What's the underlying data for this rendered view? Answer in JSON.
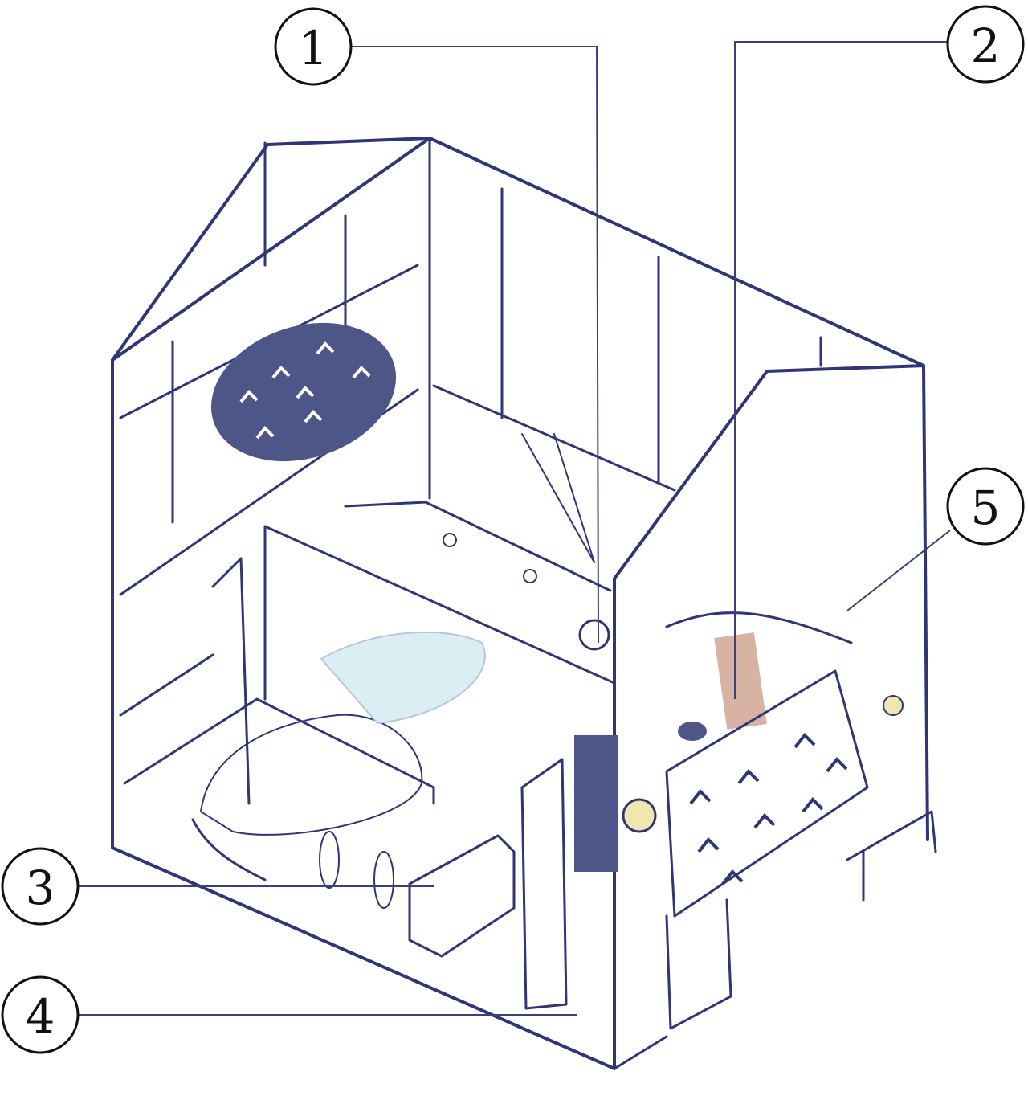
{
  "callouts": [
    {
      "label": "1"
    },
    {
      "label": "2"
    },
    {
      "label": "3"
    },
    {
      "label": "4"
    },
    {
      "label": "5"
    }
  ],
  "colors": {
    "line": "#2f3673",
    "leader": "#3a4178",
    "water": "#a9d6de",
    "dark_panel": "#4e5688",
    "towel": "#d8b3a3"
  }
}
